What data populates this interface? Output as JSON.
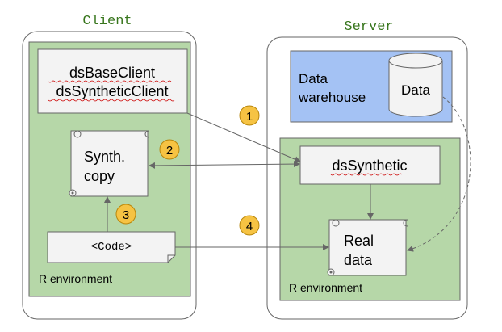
{
  "client": {
    "title": "Client",
    "packages": [
      "dsBaseClient",
      "dsSyntheticClient"
    ],
    "synth_copy": [
      "Synth.",
      "copy"
    ],
    "code": "<Code>",
    "env_label": "R environment"
  },
  "server": {
    "title": "Server",
    "warehouse": [
      "Data",
      "warehouse"
    ],
    "data_cylinder": "Data",
    "ds_synthetic": "dsSynthetic",
    "real_data": [
      "Real",
      "data"
    ],
    "env_label": "R environment"
  },
  "steps": [
    "1",
    "2",
    "3",
    "4"
  ],
  "colors": {
    "green_fill": "#b6d7a8",
    "blue_fill": "#a4c2f4",
    "badge_fill": "#f6c343",
    "title_green": "#38761d",
    "box_fill": "#f3f3f3",
    "line": "#666666"
  }
}
